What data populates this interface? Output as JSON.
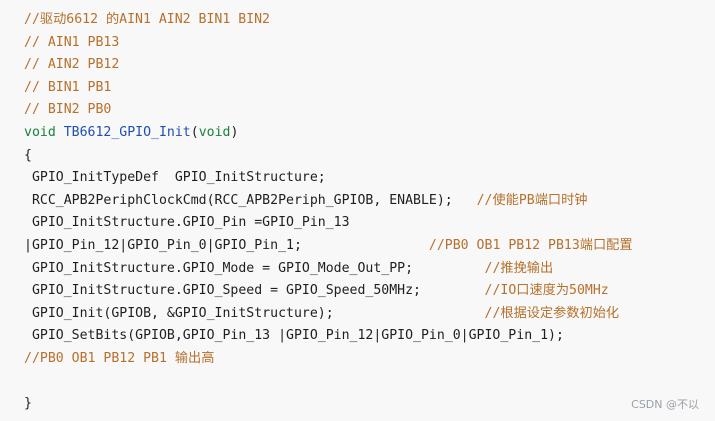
{
  "code": {
    "lines": [
      "//驱动6612 的AIN1 AIN2 BIN1 BIN2",
      "// AIN1 PB13",
      "// AIN2 PB12",
      "// BIN1 PB1",
      "// BIN2 PB0",
      "void TB6612_GPIO_Init(void)",
      "{",
      " GPIO_InitTypeDef  GPIO_InitStructure;",
      " RCC_APB2PeriphClockCmd(RCC_APB2Periph_GPIOB, ENABLE);   //使能PB端口时钟",
      " GPIO_InitStructure.GPIO_Pin =GPIO_Pin_13",
      "|GPIO_Pin_12|GPIO_Pin_0|GPIO_Pin_1;                //PB0 OB1 PB12 PB13端口配置",
      " GPIO_InitStructure.GPIO_Mode = GPIO_Mode_Out_PP;         //推挽输出",
      " GPIO_InitStructure.GPIO_Speed = GPIO_Speed_50MHz;        //IO口速度为50MHz",
      " GPIO_Init(GPIOB, &GPIO_InitStructure);                   //根据设定参数初始化",
      " GPIO_SetBits(GPIOB,GPIO_Pin_13 |GPIO_Pin_12|GPIO_Pin_0|GPIO_Pin_1);",
      "//PB0 OB1 PB12 PB1 输出高",
      "",
      "}"
    ]
  },
  "watermark": "CSDN @不以",
  "colors": {
    "background": "#f8f8f8",
    "comment": "#b5712d",
    "keyword": "#1a7f3c",
    "function": "#1f4fb0",
    "text": "#1f1f1f"
  }
}
